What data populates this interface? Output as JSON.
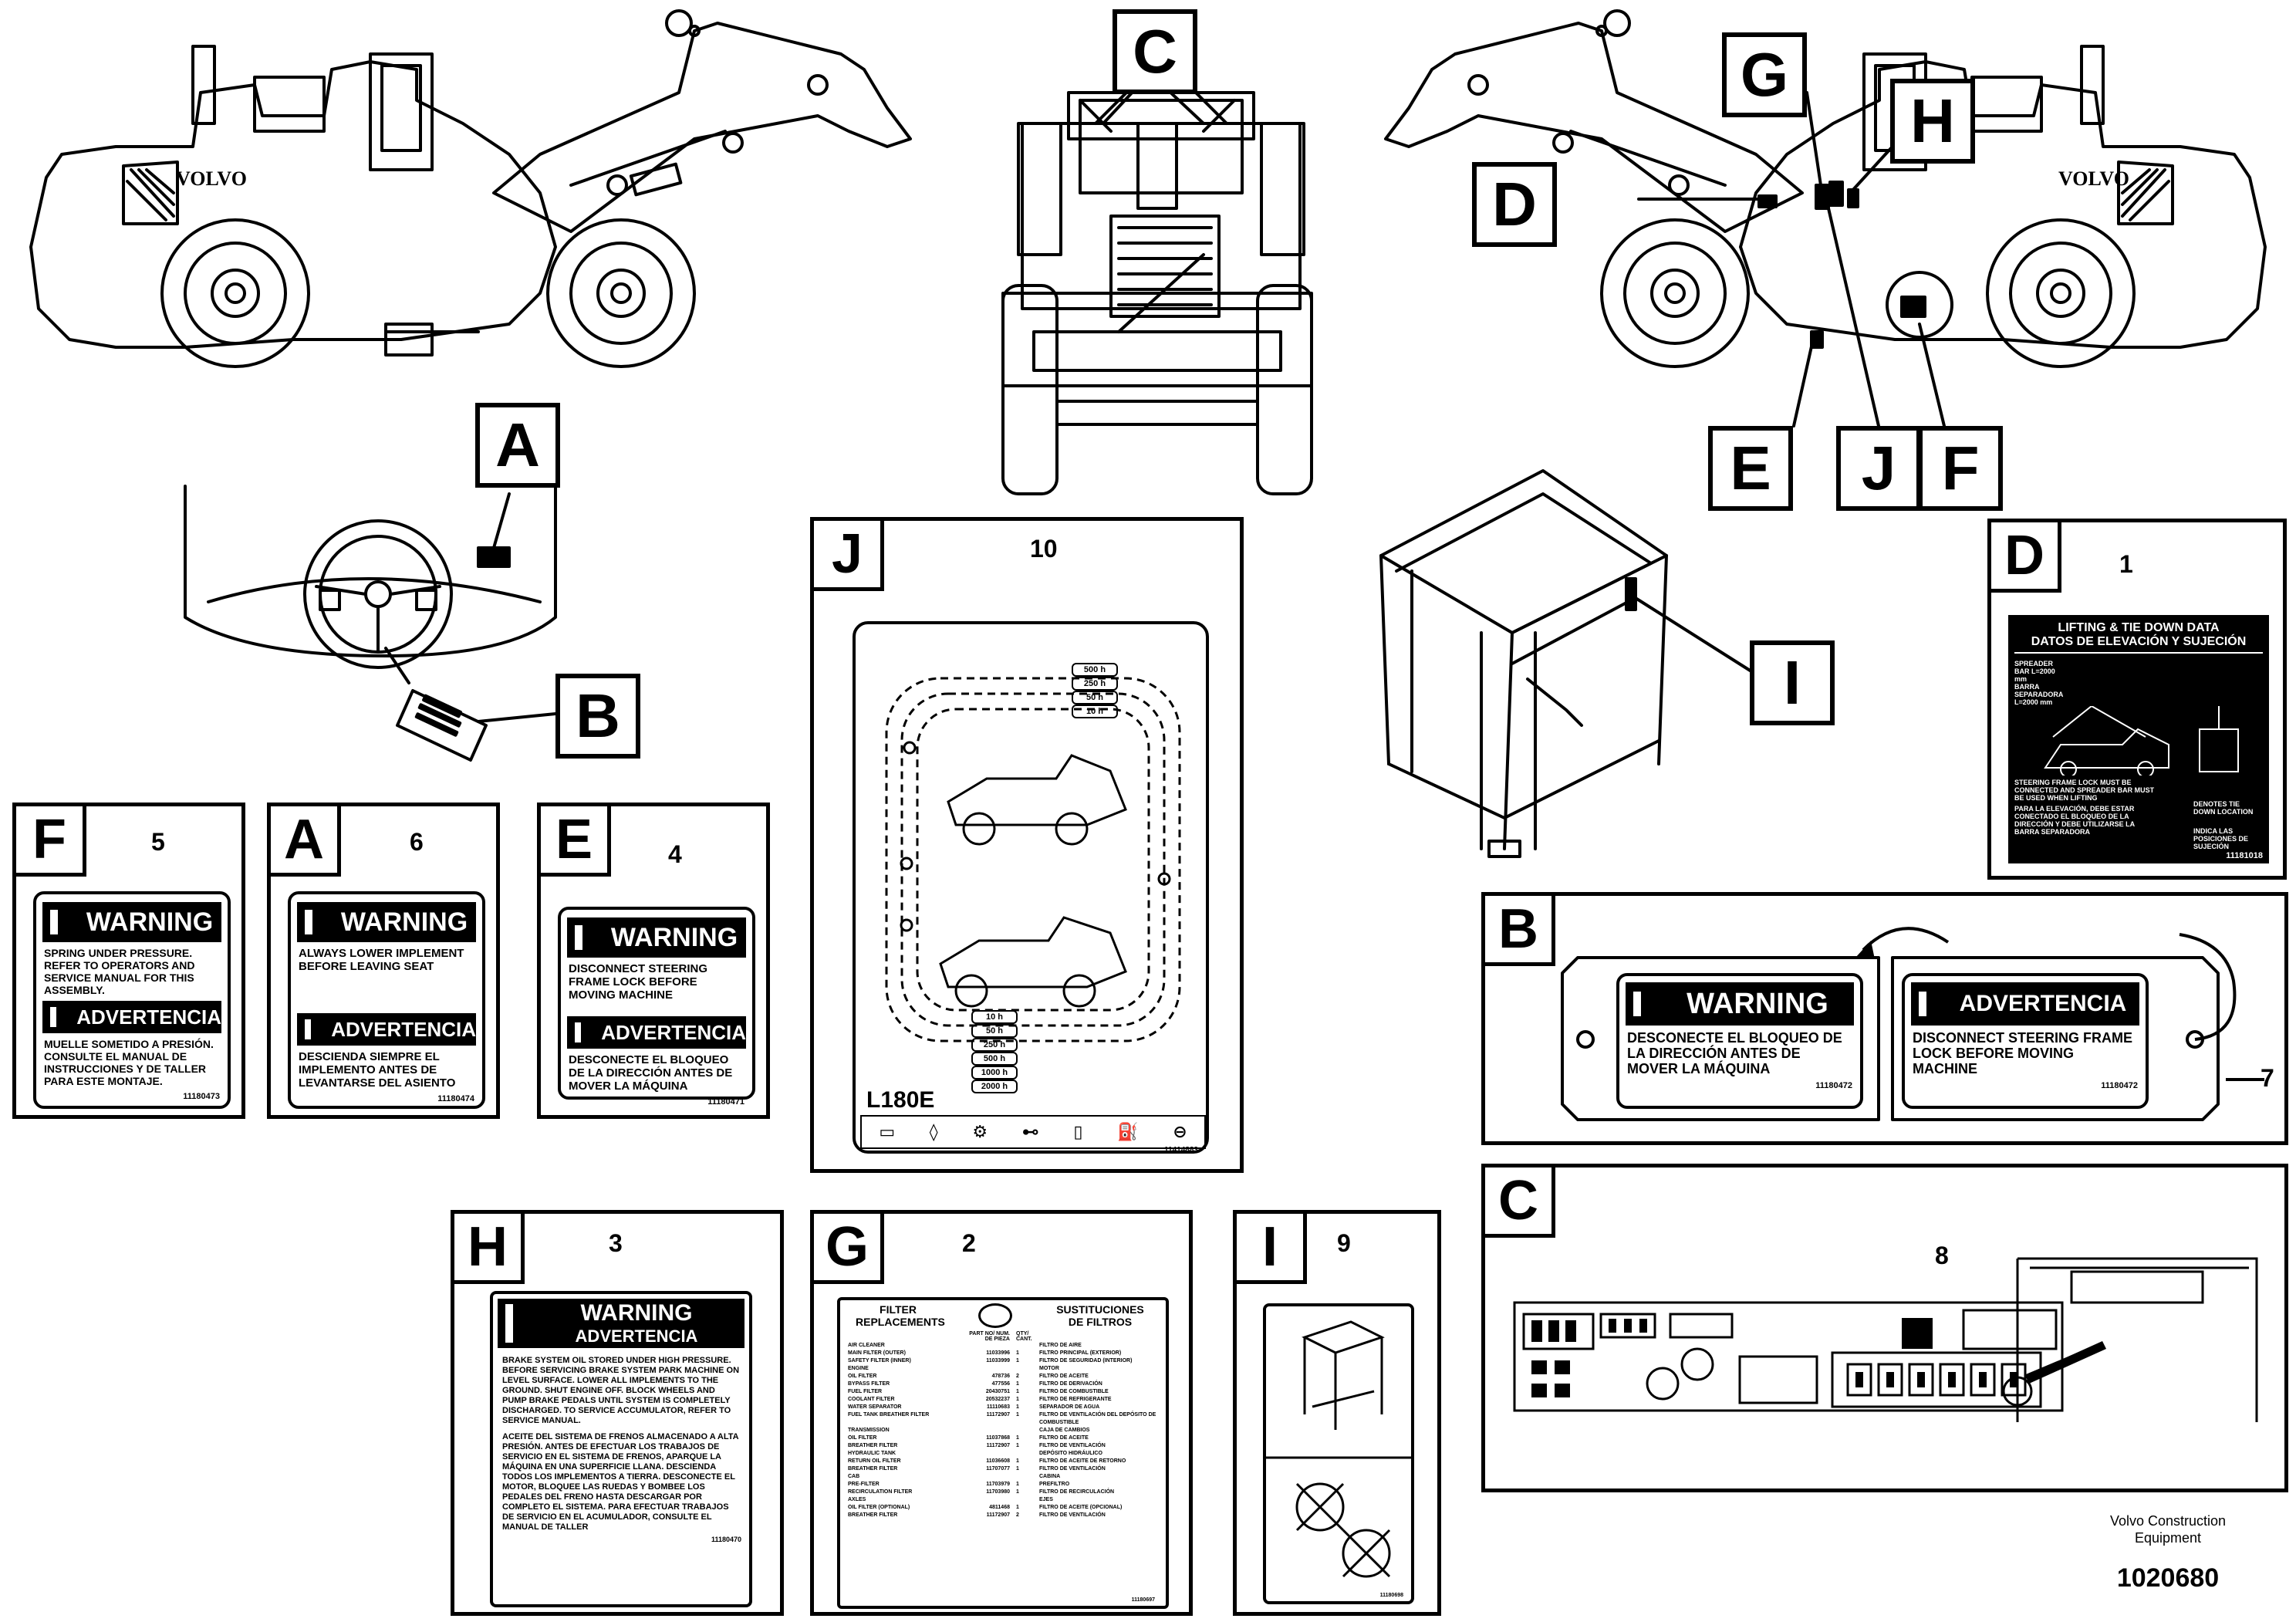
{
  "machine": {
    "brand": "VOLVO",
    "model": "L180E"
  },
  "callouts": {
    "top": [
      "A",
      "B",
      "C",
      "D",
      "E",
      "F",
      "G",
      "H",
      "I",
      "J"
    ]
  },
  "panels": {
    "F": {
      "letter": "F",
      "num": "5",
      "warning": "WARNING",
      "warning_text": "SPRING UNDER PRESSURE. REFER TO OPERATORS AND SERVICE MANUAL FOR THIS ASSEMBLY.",
      "advertencia": "ADVERTENCIA",
      "advertencia_text": "MUELLE SOMETIDO A PRESIÓN. CONSULTE EL MANUAL DE INSTRUCCIONES Y DE TALLER PARA ESTE MONTAJE.",
      "code": "11180473"
    },
    "A": {
      "letter": "A",
      "num": "6",
      "warning": "WARNING",
      "warning_text": "ALWAYS LOWER IMPLEMENT BEFORE LEAVING SEAT",
      "advertencia": "ADVERTENCIA",
      "advertencia_text": "DESCIENDA SIEMPRE EL IMPLEMENTO ANTES DE LEVANTARSE DEL ASIENTO",
      "code": "11180474"
    },
    "E": {
      "letter": "E",
      "num": "4",
      "warning": "WARNING",
      "warning_text": "DISCONNECT STEERING FRAME LOCK BEFORE MOVING MACHINE",
      "advertencia": "ADVERTENCIA",
      "advertencia_text": "DESCONECTE EL BLOQUEO DE LA DIRECCIÓN ANTES DE MOVER LA MÁQUINA",
      "code": "11180471"
    },
    "J": {
      "letter": "J",
      "num": "10",
      "model": "L180E",
      "code": "11414883",
      "hours_top": [
        "500 h",
        "250 h",
        "50 h",
        "10 h"
      ],
      "hours_bottom": [
        "10 h",
        "50 h",
        "250 h",
        "500 h",
        "1000 h",
        "2000 h"
      ]
    },
    "D": {
      "letter": "D",
      "num": "1",
      "title1": "LIFTING & TIE DOWN DATA",
      "title2": "DATOS DE ELEVACIÓN Y SUJECIÓN",
      "spreader": "SPREADER BAR L=2000 mm",
      "barra": "BARRA SEPARADORA L=2000 mm",
      "text_en": "STEERING FRAME LOCK MUST BE CONNECTED AND SPREADER BAR MUST BE USED WHEN LIFTING",
      "text_es": "PARA LA ELEVACIÓN, DEBE ESTAR CONECTADO EL BLOQUEO DE LA DIRECCIÓN Y DEBE UTILIZARSE LA BARRA SEPARADORA",
      "denotes": "DENOTES TIE DOWN LOCATION",
      "indica": "INDICA LAS POSICIONES DE SUJECIÓN",
      "code": "11181018"
    },
    "B": {
      "letter": "B",
      "num": "7",
      "left_header": "WARNING",
      "left_text": "DESCONECTE EL BLOQUEO DE LA DIRECCIÓN ANTES DE MOVER LA MÁQUINA",
      "right_header": "ADVERTENCIA",
      "right_text": "DISCONNECT STEERING FRAME LOCK BEFORE MOVING MACHINE",
      "code": "11180472"
    },
    "C": {
      "letter": "C",
      "num": "8"
    },
    "H": {
      "letter": "H",
      "num": "3",
      "warning": "WARNING",
      "advertencia": "ADVERTENCIA",
      "text_en": "BRAKE SYSTEM OIL STORED UNDER HIGH PRESSURE. BEFORE SERVICING BRAKE SYSTEM PARK MACHINE ON LEVEL SURFACE. LOWER ALL IMPLEMENTS TO THE GROUND. SHUT ENGINE OFF. BLOCK WHEELS AND PUMP BRAKE PEDALS UNTIL SYSTEM IS COMPLETELY DISCHARGED. TO SERVICE ACCUMULATOR, REFER TO SERVICE MANUAL.",
      "text_es": "ACEITE DEL SISTEMA DE FRENOS ALMACENADO A ALTA PRESIÓN. ANTES DE EFECTUAR LOS TRABAJOS DE SERVICIO EN EL SISTEMA DE FRENOS, APARQUE LA MÁQUINA EN UNA SUPERFICIE LLANA. DESCIENDA TODOS LOS IMPLEMENTOS A TIERRA. DESCONECTE EL MOTOR, BLOQUEE LAS RUEDAS Y BOMBEE LOS PEDALES DEL FRENO HASTA DESCARGAR POR COMPLETO EL SISTEMA. PARA EFECTUAR TRABAJOS DE SERVICIO EN EL ACUMULADOR, CONSULTE EL MANUAL DE TALLER",
      "code": "11180470"
    },
    "G": {
      "letter": "G",
      "num": "2",
      "title_en": "FILTER REPLACEMENTS",
      "title_es": "SUSTITUCIONES DE FILTROS",
      "col_en": "PART NO/ NUM. DE PIEZA",
      "col_qty": "QTY/ CANT.",
      "rows": [
        [
          "AIR CLEANER",
          "",
          "",
          "FILTRO DE AIRE"
        ],
        [
          "MAIN FILTER (OUTER)",
          "11033996",
          "1",
          "FILTRO PRINCIPAL (EXTERIOR)"
        ],
        [
          "SAFETY FILTER (INNER)",
          "11033999",
          "1",
          "FILTRO DE SEGURIDAD (INTERIOR)"
        ],
        [
          "ENGINE",
          "",
          "",
          "MOTOR"
        ],
        [
          "OIL FILTER",
          "478736",
          "2",
          "FILTRO DE ACEITE"
        ],
        [
          "BYPASS FILTER",
          "477556",
          "1",
          "FILTRO DE DERIVACIÓN"
        ],
        [
          "FUEL FILTER",
          "20430751",
          "1",
          "FILTRO DE COMBUSTIBLE"
        ],
        [
          "COOLANT FILTER",
          "20532237",
          "1",
          "FILTRO DE REFRIGERANTE"
        ],
        [
          "WATER SEPARATOR",
          "11110683",
          "1",
          "SEPARADOR DE AGUA"
        ],
        [
          "FUEL TANK BREATHER FILTER",
          "11172907",
          "1",
          "FILTRO DE VENTILACIÓN DEL DEPÓSITO DE COMBUSTIBLE"
        ],
        [
          "TRANSMISSION",
          "",
          "",
          "CAJA DE CAMBIOS"
        ],
        [
          "OIL FILTER",
          "11037868",
          "1",
          "FILTRO DE ACEITE"
        ],
        [
          "BREATHER FILTER",
          "11172907",
          "1",
          "FILTRO DE VENTILACIÓN"
        ],
        [
          "HYDRAULIC TANK",
          "",
          "",
          "DEPÓSITO HIDRÁULICO"
        ],
        [
          "RETURN OIL FILTER",
          "11036608",
          "1",
          "FILTRO DE ACEITE DE RETORNO"
        ],
        [
          "BREATHER FILTER",
          "11707077",
          "1",
          "FILTRO DE VENTILACIÓN"
        ],
        [
          "CAB",
          "",
          "",
          "CABINA"
        ],
        [
          "PRE-FILTER",
          "11703979",
          "1",
          "PREFILTRO"
        ],
        [
          "RECIRCULATION FILTER",
          "11703980",
          "1",
          "FILTRO DE RECIRCULACIÓN"
        ],
        [
          "AXLES",
          "",
          "",
          "EJES"
        ],
        [
          "OIL FILTER (OPTIONAL)",
          "4811468",
          "1",
          "FILTRO DE ACEITE (OPCIONAL)"
        ],
        [
          "BREATHER FILTER",
          "11172907",
          "2",
          "FILTRO DE VENTILACIÓN"
        ]
      ],
      "code": "11180697"
    },
    "I": {
      "letter": "I",
      "num": "9",
      "code": "11180698"
    }
  },
  "footer": {
    "line1": "Volvo Construction",
    "line2": "Equipment",
    "doc": "1020680"
  }
}
